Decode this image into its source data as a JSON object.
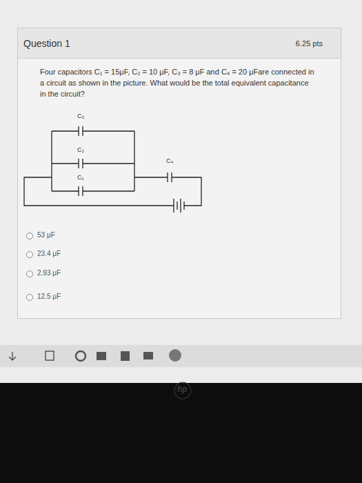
{
  "diagram": {
    "nodes": [
      {
        "text": [
          "Question 1",
          "6.25 pts"
        ]
      }
    ],
    "labels": [
      "Four capacitors C₁ = 15μF, C₂ = 10 μF, C₃ = 8 μF and C₄ = 20 μFare connected in a circuit as shown in the picture. What would be the total equivalent capacitance in the circuit?",
      "C₃",
      "C₂",
      "C₄",
      "C₁",
      "53 μF",
      "23.4 μF",
      "2.93 μF",
      "12.5 μF",
      "hp"
    ]
  }
}
